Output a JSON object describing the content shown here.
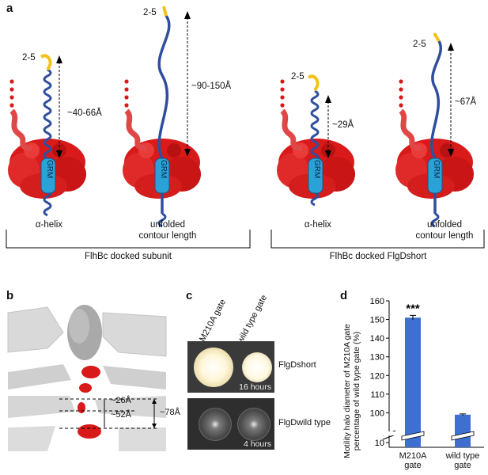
{
  "panels": {
    "a": {
      "label": "a",
      "tip_label": "2-5",
      "grm_label": "GRM",
      "cond_helix": "α-helix",
      "cond_unfolded_1": "unfolded",
      "cond_unfolded_2": "contour length",
      "d1": "~40-66Å",
      "d2": "~90-150Å",
      "d3": "~29Å",
      "d4": "~67Å",
      "group1": "FlhBc docked subunit",
      "group2": "FlhBc docked FlgDshort"
    },
    "b": {
      "label": "b",
      "m1": "~26Å",
      "m2": "~52Å",
      "m3": "~78Å"
    },
    "c": {
      "label": "c",
      "col1": "M210A gate",
      "col2": "wild type gate",
      "row1": "FlgDshort",
      "row2": "FlgDwild type",
      "time1": "16 hours",
      "time2": "4 hours"
    },
    "d": {
      "label": "d",
      "significance": "***"
    }
  },
  "colors": {
    "protein": "#d91a1a",
    "helix": "#2f4f9e",
    "tip": "#f2c21b",
    "grm": "#2aa2d8",
    "bar": "#3e6fd1"
  },
  "chart_data": {
    "type": "bar",
    "categories": [
      "M210A gate",
      "wild type gate"
    ],
    "values": [
      151,
      99
    ],
    "errors": [
      1.2,
      0.4
    ],
    "ylabel": "Motility halo diameter of M210A gate percentage of wild type gate (%)",
    "ylim": [
      90,
      160
    ],
    "axis_break": [
      10,
      100
    ],
    "yticks": [
      10,
      100,
      110,
      120,
      130,
      140,
      150,
      160
    ],
    "grid": false,
    "annotations": [
      "***"
    ]
  }
}
